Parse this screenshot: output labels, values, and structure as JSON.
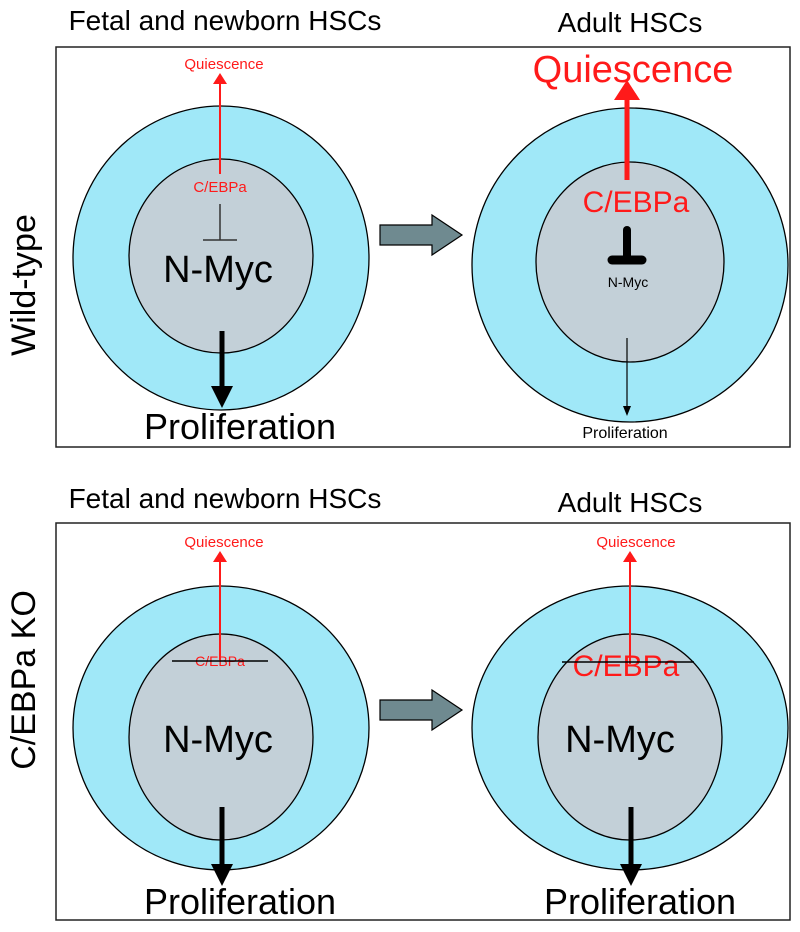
{
  "colors": {
    "outer_cell": "#a0e8f8",
    "nucleus": "#c3d0d8",
    "red": "#ff1a1a",
    "black": "#000000",
    "transition_arrow": "#6f8a90"
  },
  "panels": [
    {
      "row_label": "Wild-type",
      "left": {
        "heading": "Fetal and newborn HSCs",
        "top_label": "Quiescence",
        "regulator": "C/EBPa",
        "regulator_struck": false,
        "target": "N-Myc",
        "bottom_label": "Proliferation"
      },
      "right": {
        "heading": "Adult HSCs",
        "top_label": "Quiescence",
        "regulator": "C/EBPa",
        "regulator_struck": false,
        "target": "N-Myc",
        "bottom_label": "Proliferation"
      }
    },
    {
      "row_label": "C/EBPa KO",
      "left": {
        "heading": "Fetal and newborn HSCs",
        "top_label": "Quiescence",
        "regulator": "C/EBPa",
        "regulator_struck": true,
        "target": "N-Myc",
        "bottom_label": "Proliferation"
      },
      "right": {
        "heading": "Adult HSCs",
        "top_label": "Quiescence",
        "regulator": "C/EBPa",
        "regulator_struck": true,
        "target": "N-Myc",
        "bottom_label": "Proliferation"
      }
    }
  ]
}
